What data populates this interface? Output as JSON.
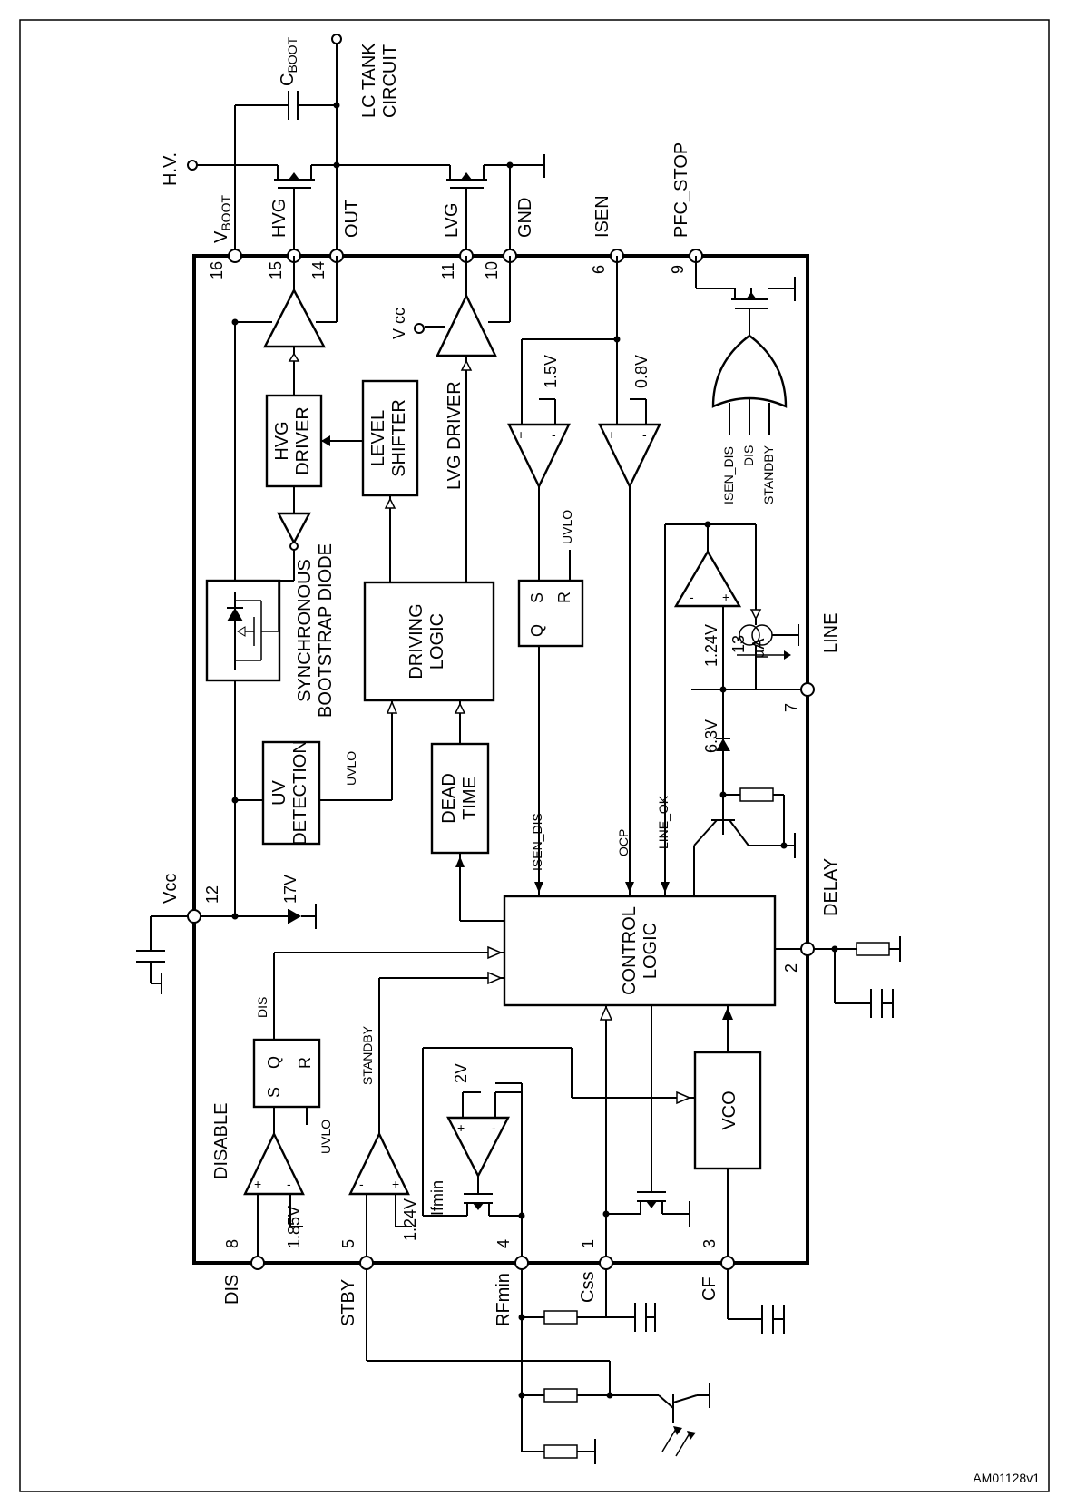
{
  "pins": [
    {
      "num": "16",
      "name": "V",
      "sub": "BOOT"
    },
    {
      "num": "15",
      "name": "HVG"
    },
    {
      "num": "14",
      "name": "OUT"
    },
    {
      "num": "11",
      "name": "LVG"
    },
    {
      "num": "10",
      "name": "GND"
    },
    {
      "num": "6",
      "name": "ISEN"
    },
    {
      "num": "9",
      "name": "PFC_STOP"
    },
    {
      "num": "12",
      "name": "Vcc"
    },
    {
      "num": "7",
      "name": "LINE"
    },
    {
      "num": "2",
      "name": "DELAY"
    },
    {
      "num": "8",
      "name": "DIS"
    },
    {
      "num": "5",
      "name": "STBY"
    },
    {
      "num": "4",
      "name": "RFmin"
    },
    {
      "num": "1",
      "name": "Css"
    },
    {
      "num": "3",
      "name": "CF"
    }
  ],
  "external": {
    "cboot_main": "C",
    "cboot_sub": "BOOT",
    "lc_line1": "LC TANK",
    "lc_line2": "CIRCUIT",
    "hv": "H.V."
  },
  "blocks": {
    "hvg_driver": [
      "HVG",
      "DRIVER"
    ],
    "level_shifter": [
      "LEVEL",
      "SHIFTER"
    ],
    "lvg_driver": "LVG DRIVER",
    "driving_logic": [
      "DRIVING",
      "LOGIC"
    ],
    "dead_time": [
      "DEAD",
      "TIME"
    ],
    "uv_detection": [
      "UV",
      "DETECTION"
    ],
    "bootstrap": [
      "SYNCHRONOUS",
      "BOOTSTRAP DIODE"
    ],
    "control_logic": [
      "CONTROL",
      "LOGIC"
    ],
    "vco": "VCO",
    "latch_top": {
      "q": "Q",
      "s": "S",
      "r": "R"
    },
    "latch_dis": {
      "s": "S",
      "q": "Q",
      "r": "R"
    }
  },
  "signals": {
    "uvlo": "UVLO",
    "isen_dis": "ISEN_DIS",
    "ocp": "OCP",
    "line_ok": "LINE_OK",
    "dis": "DIS",
    "standby": "STANDBY",
    "disable": "DISABLE",
    "ifmin": "Ifmin",
    "vcc_int": "V cc",
    "or_in1": "ISEN_DIS",
    "or_in2": "DIS",
    "or_in3": "STANDBY"
  },
  "values": {
    "v1": "1.5V",
    "v2": "0.8V",
    "v3": "1.24V",
    "v4": "13",
    "v4u": "µA",
    "v5": "6.3V",
    "v6": "17V",
    "v7": "2V",
    "v8": "1.85V",
    "v9": "1.24V"
  },
  "footer": "AM01128v1"
}
